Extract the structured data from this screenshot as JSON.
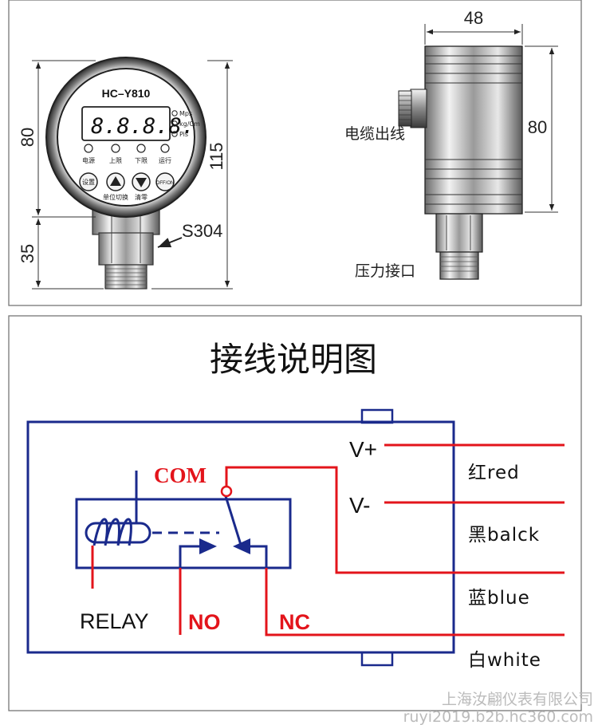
{
  "top_panel": {
    "gauge": {
      "model": "HC–Y810",
      "display_digits": "8.8.8.8.",
      "units": [
        "Mps",
        "kg/Cm",
        "Pis"
      ],
      "indicators": [
        "电源",
        "上限",
        "下限",
        "运行"
      ],
      "buttons": {
        "set": "设置",
        "onoff": "OFF/ON"
      },
      "button_captions": [
        "单位切换",
        "清零"
      ]
    },
    "dims": {
      "height_head": "80",
      "height_stem": "35",
      "height_total": "115",
      "width_side": "48",
      "height_side": "80"
    },
    "labels": {
      "material": "S304",
      "cable_outlet": "电缆出线",
      "pressure_port": "压力接口"
    }
  },
  "wiring": {
    "title": "接线说明图",
    "terminals": {
      "vplus": "V+",
      "vminus": "V-",
      "com": "COM",
      "no": "NO",
      "nc": "NC",
      "relay": "RELAY"
    },
    "wires": [
      "红red",
      "黑balck",
      "蓝blue",
      "白white"
    ],
    "colors": {
      "wire": "#e3141b",
      "box": "#1a2a8c"
    }
  },
  "watermark": {
    "company": "上海汝翩仪表有限公司",
    "url": "ruyi2019.b2b.hc360.com"
  }
}
